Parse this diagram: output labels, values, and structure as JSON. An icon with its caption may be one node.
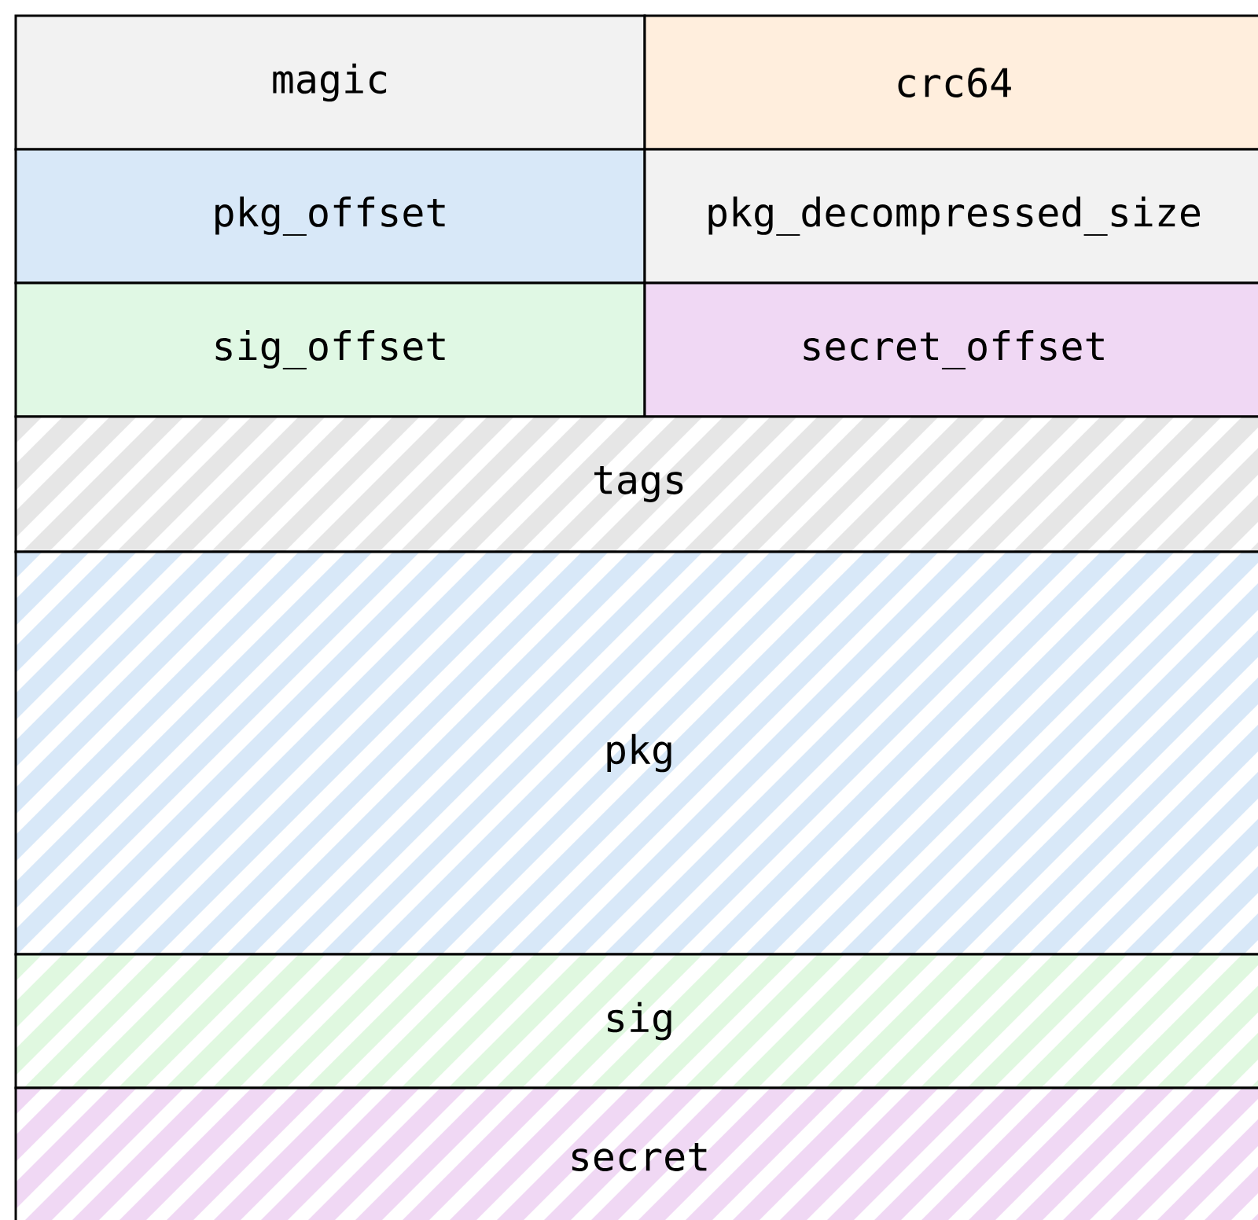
{
  "diagram": {
    "nodes": [
      {
        "text": [
          "magic"
        ]
      },
      {
        "text": [
          "crc64"
        ]
      },
      {
        "text": [
          "pkg_offset"
        ]
      },
      {
        "text": [
          "pkg_decompressed_size"
        ]
      },
      {
        "text": [
          "sig_offset"
        ]
      },
      {
        "text": [
          "secret_offset"
        ]
      },
      {
        "text": [
          "tags"
        ]
      },
      {
        "text": [
          "pkg"
        ]
      },
      {
        "text": [
          "sig"
        ]
      },
      {
        "text": [
          "secret"
        ]
      }
    ]
  }
}
